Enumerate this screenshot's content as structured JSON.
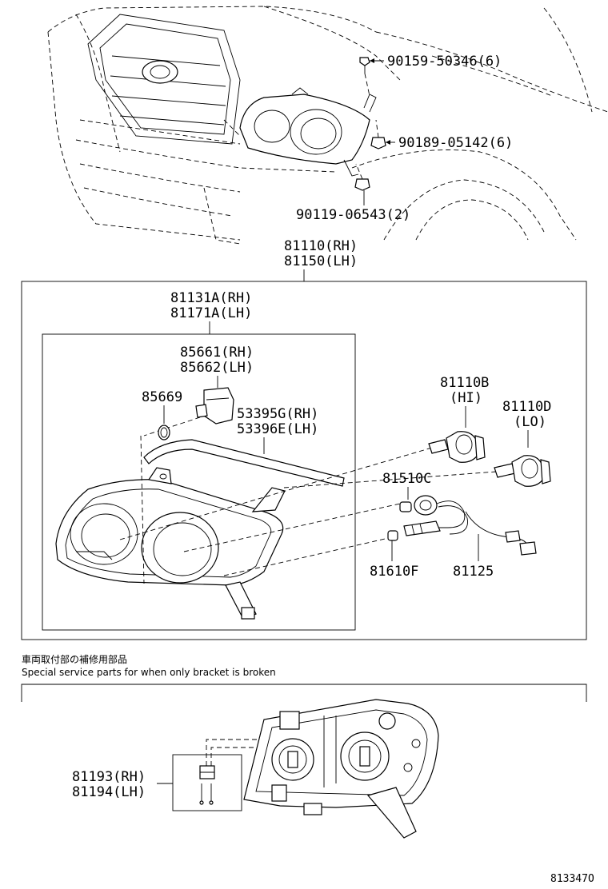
{
  "parts": {
    "bolt_top": "90159-50346(6)",
    "clip": "90189-05142(6)",
    "screw": "90119-06543(2)",
    "assy_rh": "81110(RH)",
    "assy_lh": "81150(LH)",
    "unit_rh": "81131A(RH)",
    "unit_lh": "81171A(LH)",
    "actuator_rh": "85661(RH)",
    "actuator_lh": "85662(LH)",
    "oring": "85669",
    "garnish_rh": "53395G(RH)",
    "garnish_lh": "53396E(LH)",
    "bulb_hi": "81110B",
    "bulb_hi_tag": "(HI)",
    "bulb_lo": "81110D",
    "bulb_lo_tag": "(LO)",
    "socket_bulb": "81510C",
    "small_bulb": "81610F",
    "harness": "81125",
    "bracket_rh": "81193(RH)",
    "bracket_lh": "81194(LH)"
  },
  "notes": {
    "jp": "車両取付部の補修用部品",
    "en": "Special service parts for when only bracket is broken"
  },
  "diagram_id": "813347O"
}
